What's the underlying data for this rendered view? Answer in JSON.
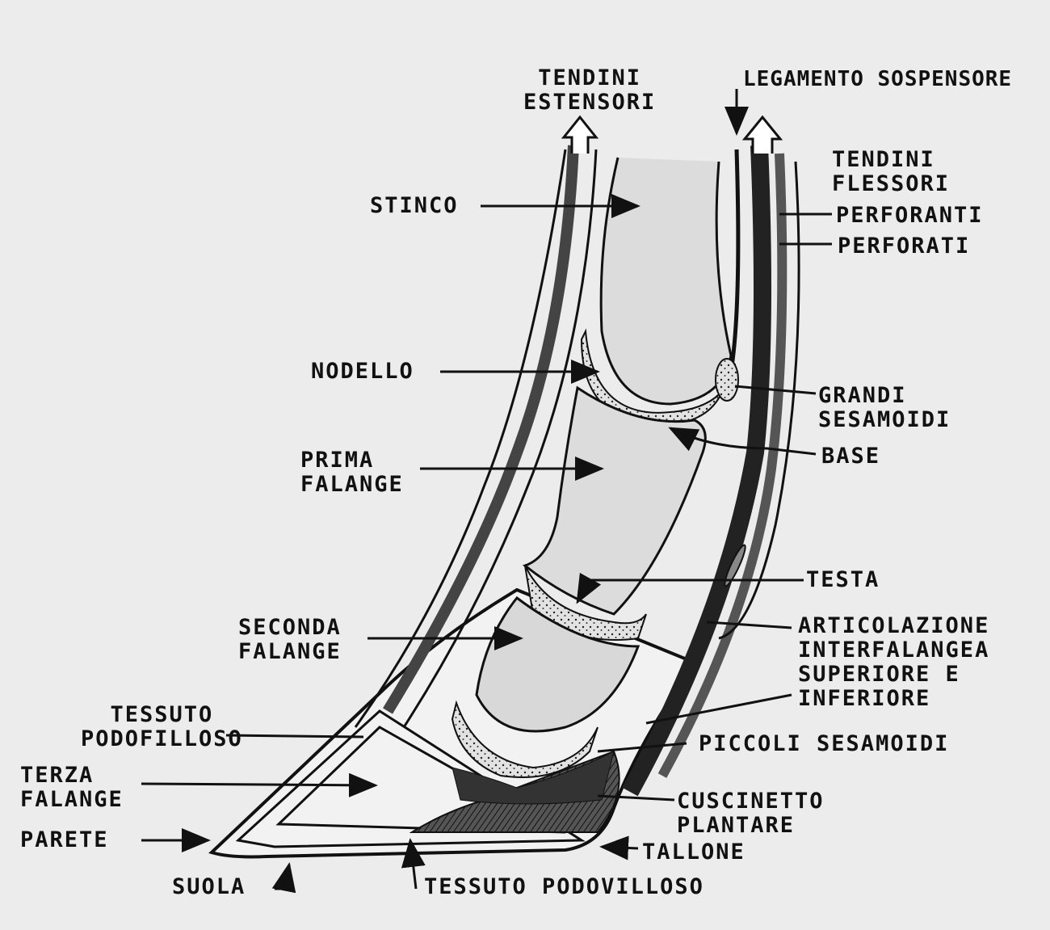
{
  "labels": {
    "tendini_estensori": "TENDINI\nESTENSORI",
    "legamento_sospensore": "LEGAMENTO SOSPENSORE",
    "tendini_flessori": "TENDINI\nFLESSORI",
    "perforanti": "PERFORANTI",
    "perforati": "PERFORATI",
    "stinco": "STINCO",
    "nodello": "NODELLO",
    "grandi_sesamoidi": "GRANDI\nSESAMOIDI",
    "base": "BASE",
    "prima_falange": "PRIMA\nFALANGE",
    "testa": "TESTA",
    "seconda_falange": "SECONDA\nFALANGE",
    "articolazione": "ARTICOLAZIONE\nINTERFALANGEA\nSUPERIORE E\nINFERIORE",
    "tessuto_podofilloso": "TESSUTO\nPODOFILLOSO",
    "piccoli_sesamoidi": "PICCOLI SESAMOIDI",
    "terza_falange": "TERZA\nFALANGE",
    "cuscinetto_plantare": "CUSCINETTO\nPLANTARE",
    "parete": "PARETE",
    "tallone": "TALLONE",
    "suola": "SUOLA",
    "tessuto_podovilloso": "TESSUTO PODOVILLOSO"
  }
}
